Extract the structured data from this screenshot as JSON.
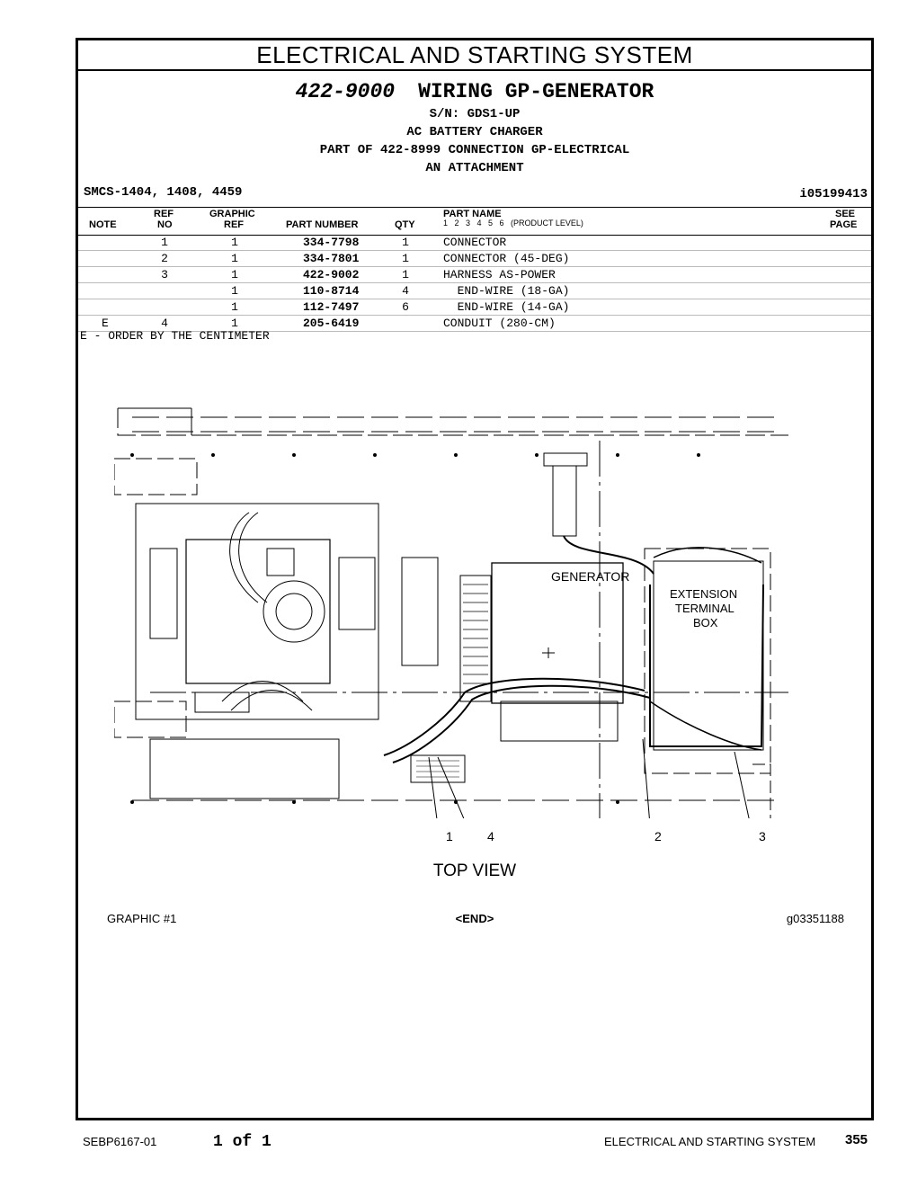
{
  "section_title": "ELECTRICAL AND STARTING SYSTEM",
  "title": {
    "part_number": "422-9000",
    "name": "WIRING GP-GENERATOR"
  },
  "sub_lines": [
    "S/N: GDS1-UP",
    "AC BATTERY CHARGER",
    "PART OF 422-8999 CONNECTION GP-ELECTRICAL",
    "AN ATTACHMENT"
  ],
  "smcs": "SMCS-1404, 1408, 4459",
  "illustration_id": "i05199413",
  "table_headers": {
    "note": "NOTE",
    "ref_top": "REF",
    "ref_bottom": "NO",
    "graphic_top": "GRAPHIC",
    "graphic_bottom": "REF",
    "part_number": "PART NUMBER",
    "qty": "QTY",
    "part_name": "PART NAME",
    "product_level": "1   2   3   4   5   6   (PRODUCT LEVEL)",
    "see_top": "SEE",
    "see_bottom": "PAGE"
  },
  "parts": [
    {
      "note": "",
      "ref": "1",
      "graphic": "1",
      "part_number": "334-7798",
      "qty": "1",
      "name": "CONNECTOR"
    },
    {
      "note": "",
      "ref": "2",
      "graphic": "1",
      "part_number": "334-7801",
      "qty": "1",
      "name": "CONNECTOR (45-DEG)"
    },
    {
      "note": "",
      "ref": "3",
      "graphic": "1",
      "part_number": "422-9002",
      "qty": "1",
      "name": "HARNESS AS-POWER"
    },
    {
      "note": "",
      "ref": "",
      "graphic": "1",
      "part_number": "110-8714",
      "qty": "4",
      "name": "  END-WIRE (18-GA)"
    },
    {
      "note": "",
      "ref": "",
      "graphic": "1",
      "part_number": "112-7497",
      "qty": "6",
      "name": "  END-WIRE (14-GA)"
    },
    {
      "note": "E",
      "ref": "4",
      "graphic": "1",
      "part_number": "205-6419",
      "qty": "",
      "name": "CONDUIT (280-CM)"
    }
  ],
  "note_text": "E - ORDER BY THE CENTIMETER",
  "diagram_labels": {
    "generator": "GENERATOR",
    "ext_1": "EXTENSION",
    "ext_2": "TERMINAL",
    "ext_3": "BOX",
    "c1": "1",
    "c2": "2",
    "c3": "3",
    "c4": "4"
  },
  "view_label": "TOP VIEW",
  "graphic_label": "GRAPHIC #1",
  "end_label": "<END>",
  "graphic_id": "g03351188",
  "footer": {
    "doc_id": "SEBP6167-01",
    "page_of": "1 of 1",
    "section": "ELECTRICAL AND STARTING SYSTEM",
    "page_number": "355"
  }
}
